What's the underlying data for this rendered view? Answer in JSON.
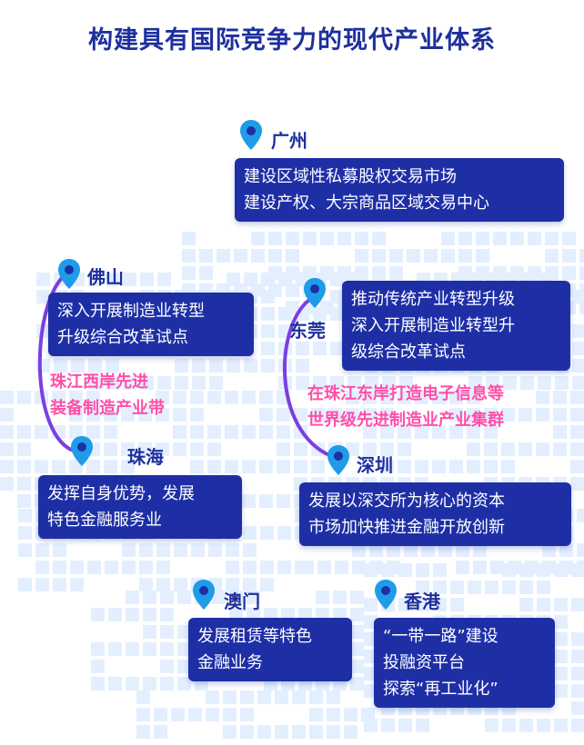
{
  "title": "构建具有国际竞争力的现代产业体系",
  "colors": {
    "title": "#1e2f9e",
    "box": "#1e2fa6",
    "pin": "#1f9ce8",
    "highlight": "#ff4fa8",
    "map": "#e6f1ff"
  },
  "icons": {
    "location": "map-pin-icon"
  },
  "cities": {
    "guangzhou": {
      "name": "广州",
      "items": [
        "建设区域性私募股权交易市场",
        "建设产权、大宗商品区域交易中心"
      ]
    },
    "foshan": {
      "name": "佛山",
      "items": [
        "深入开展制造业转型",
        "升级综合改革试点"
      ]
    },
    "dongguan": {
      "name": "东莞",
      "items": [
        "推动传统产业转型升级",
        "深入开展制造业转型升",
        "级综合改革试点"
      ]
    },
    "zhuhai": {
      "name": "珠海",
      "items": [
        "发挥自身优势，发展",
        "特色金融服务业"
      ]
    },
    "shenzhen": {
      "name": "深圳",
      "items": [
        "发展以深交所为核心的资本",
        "市场加快推进金融开放创新"
      ]
    },
    "macau": {
      "name": "澳门",
      "items": [
        "发展租赁等特色",
        "金融业务"
      ]
    },
    "hongkong": {
      "name": "香港",
      "items": [
        "“一带一路”建设",
        "投融资平台",
        "探索“再工业化”"
      ]
    }
  },
  "belts": {
    "west": [
      "珠江西岸先进",
      "装备制造产业带"
    ],
    "east": [
      "在珠江东岸打造电子信息等",
      "世界级先进制造业产业集群"
    ]
  }
}
